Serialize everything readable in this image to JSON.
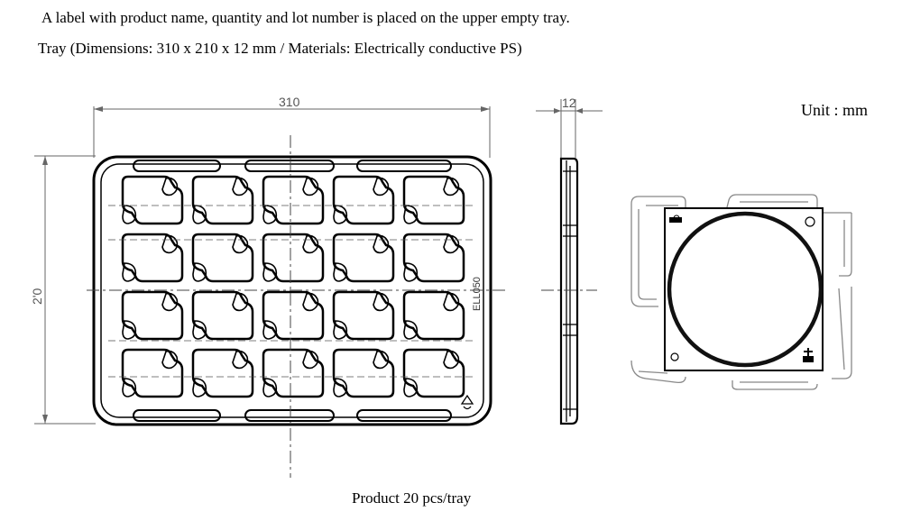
{
  "notes": {
    "label_note": "A label with product name, quantity and lot number is placed on the upper empty tray.",
    "tray_spec": "Tray (Dimensions: 310 x 210 x 12 mm / Materials: Electrically conductive PS)",
    "unit": "Unit : mm",
    "capacity": "Product 20 pcs/tray"
  },
  "dimensions": {
    "width": "310",
    "height": "2'0",
    "thickness": "12"
  },
  "tray_markings": {
    "part_code": "ELL050"
  }
}
